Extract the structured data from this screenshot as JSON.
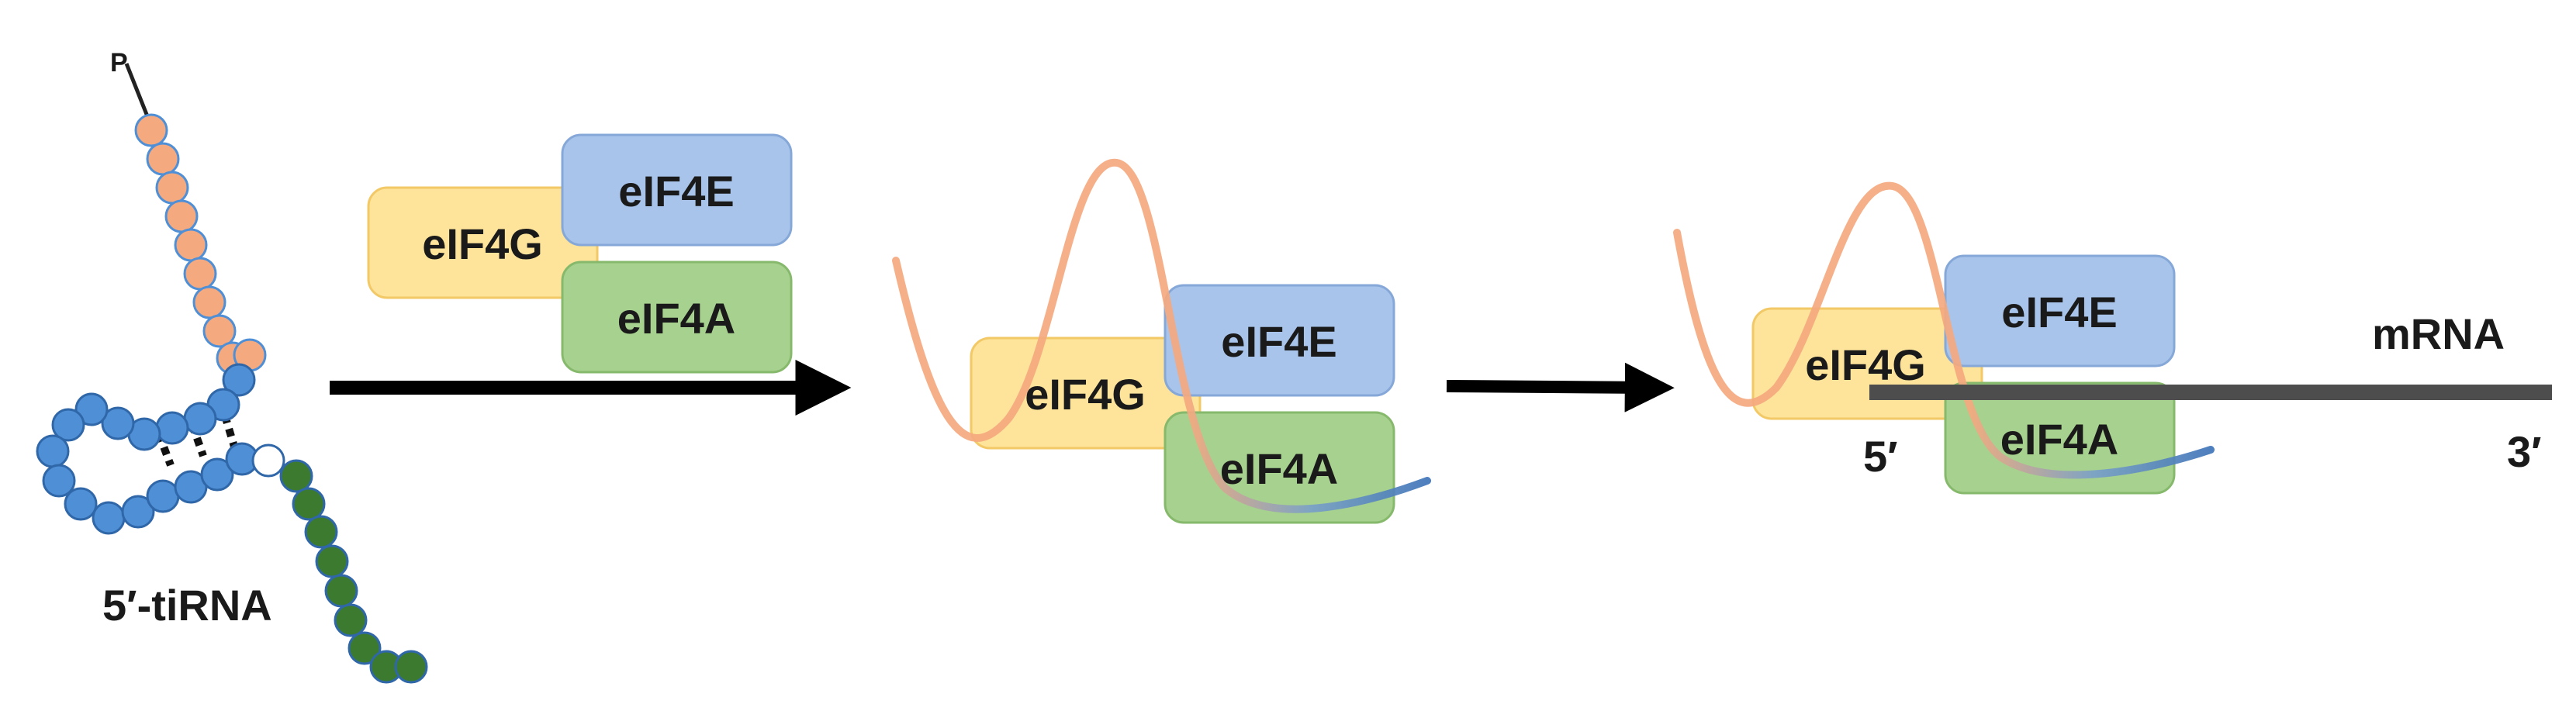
{
  "diagram": {
    "tirna_label": "5′-tiRNA",
    "phosphate_label": "P",
    "mrna_label": "mRNA",
    "five_prime_label": "5′",
    "three_prime_label": "3′",
    "proteins": {
      "eif4g": "eIF4G",
      "eif4e": "eIF4E",
      "eif4a": "eIF4A"
    },
    "colors": {
      "eif4g": "#fde49a",
      "eif4e": "#a8c4ea",
      "eif4a": "#a7d18e",
      "tirna_5prime_bead": "#f5a97f",
      "tirna_loop_bead": "#4f8fd6",
      "tirna_3prime_bead": "#3b7a2f",
      "mrna_line": "#4d4d4d",
      "arrow": "#000000"
    }
  }
}
